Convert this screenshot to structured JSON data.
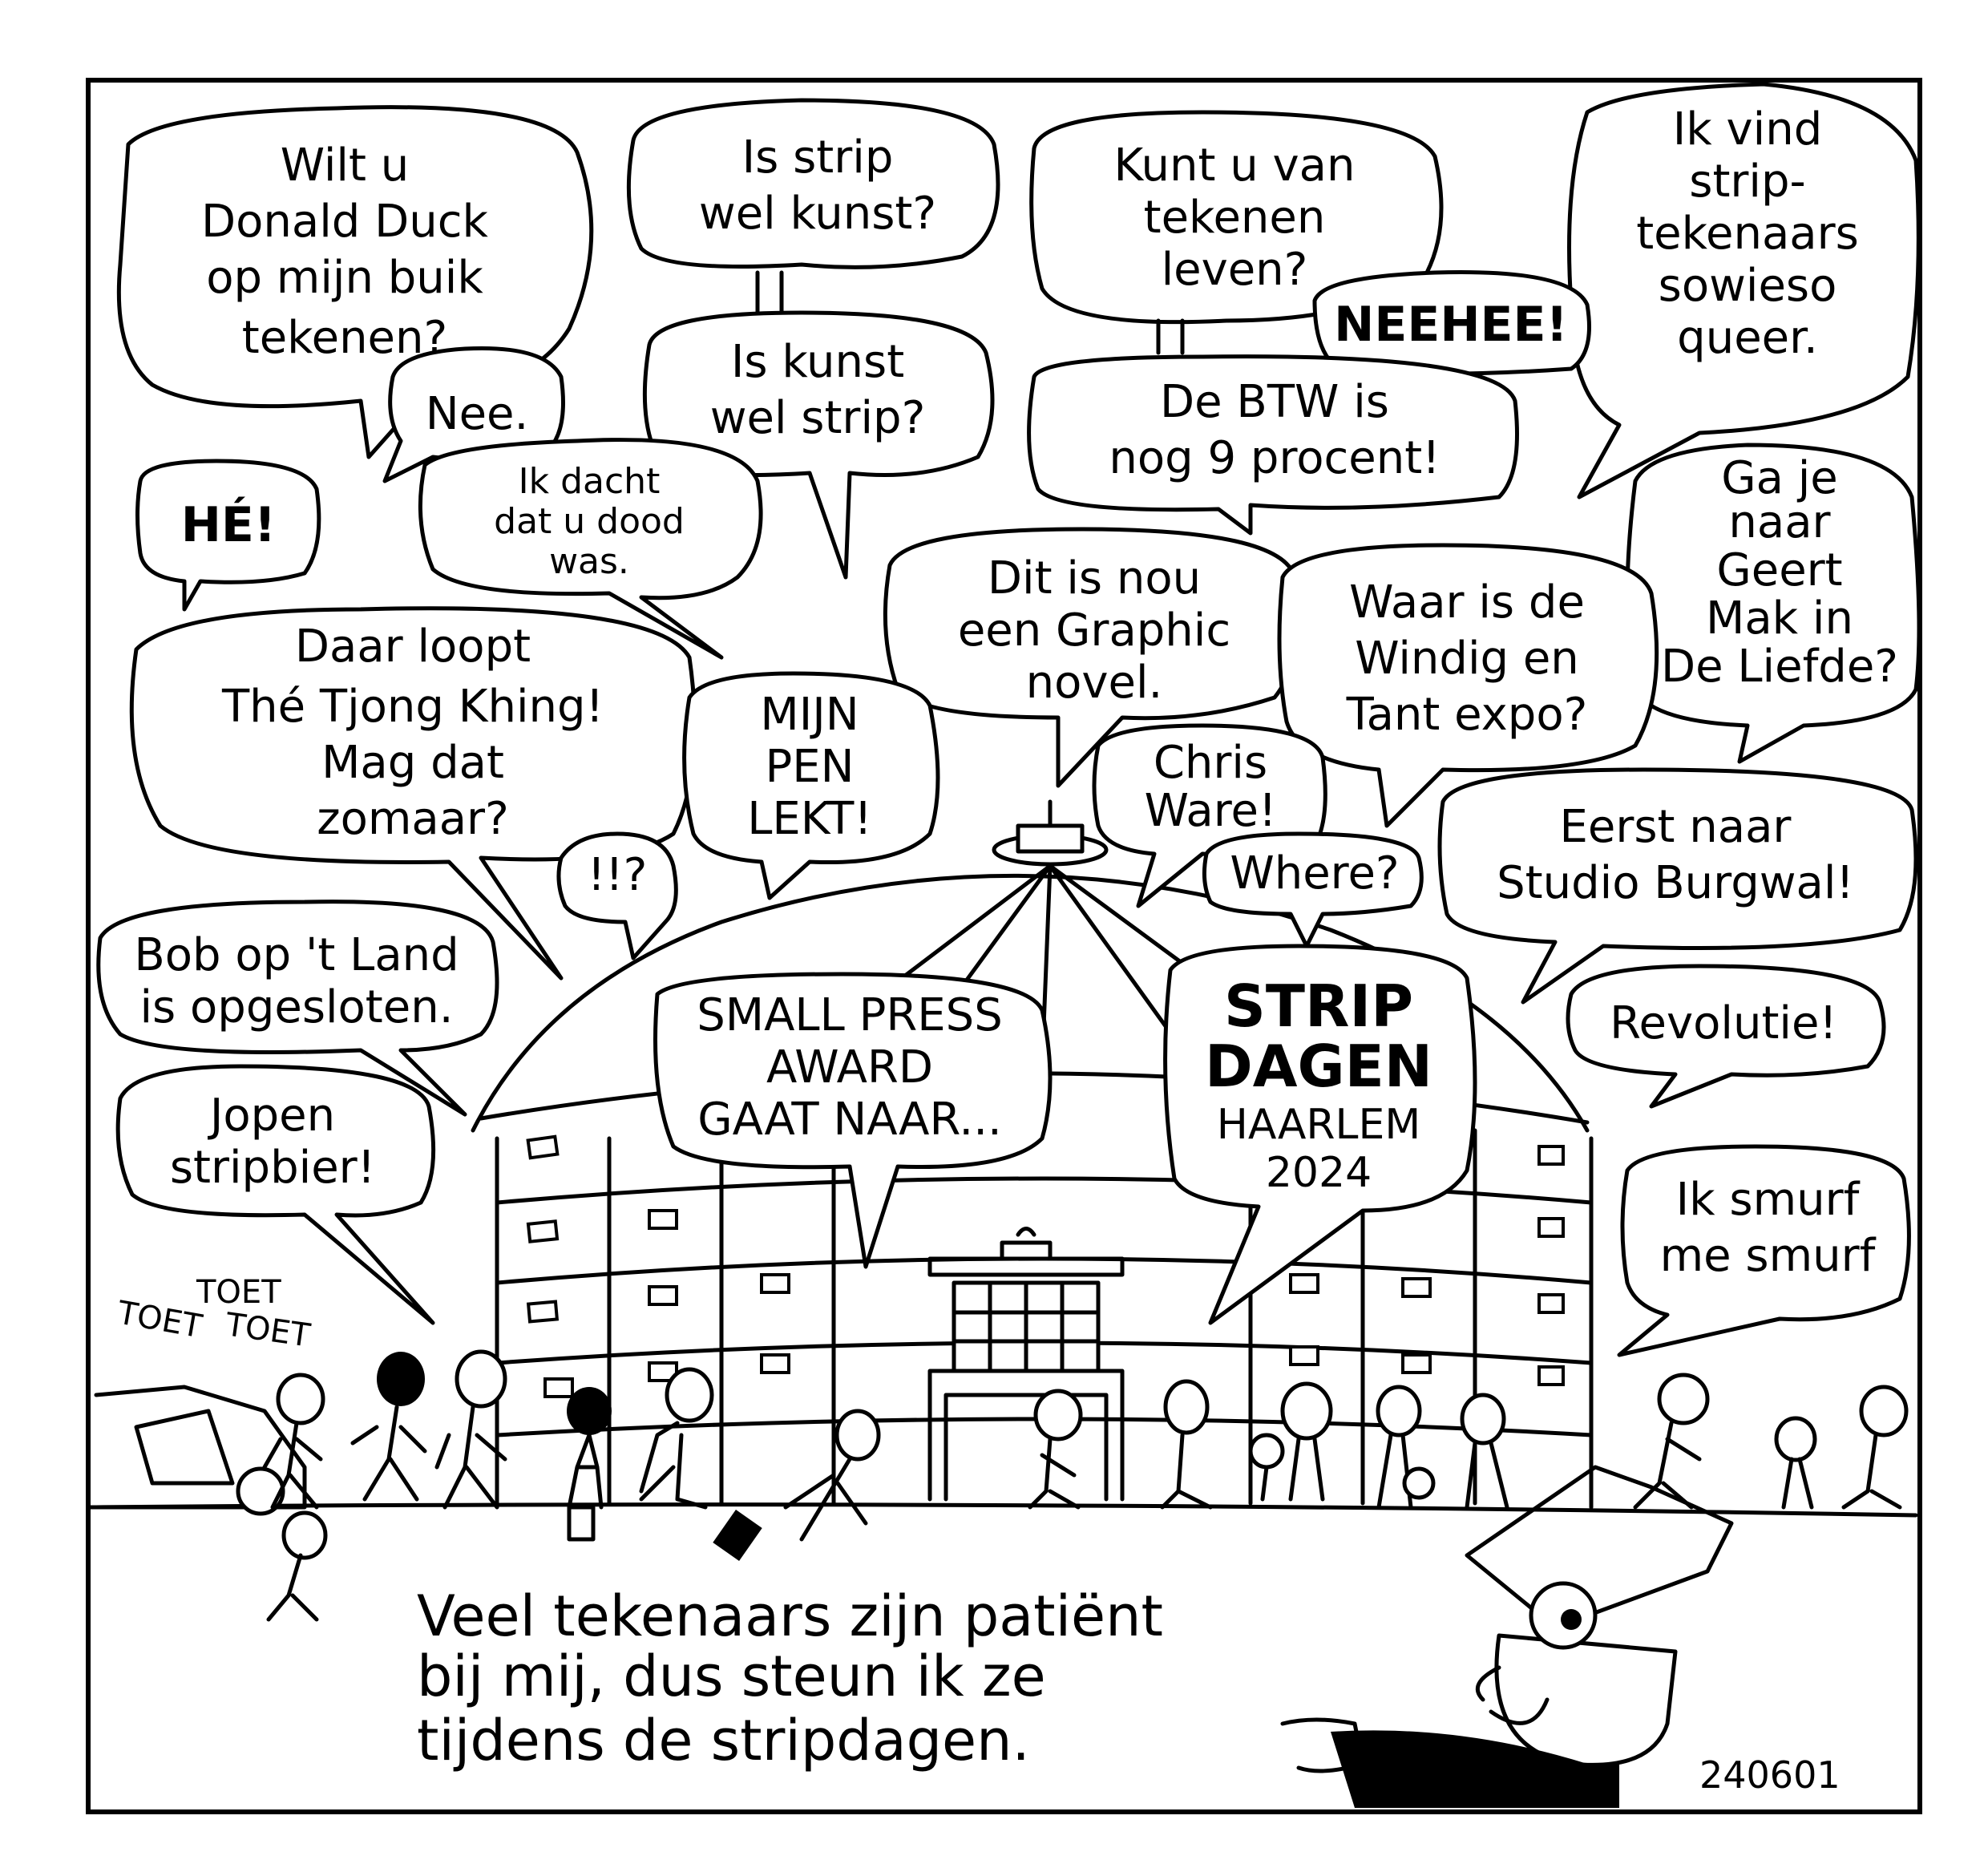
{
  "balloons": {
    "donald_duck": [
      "Wilt u",
      "Donald Duck",
      "op mijn buik",
      "tekenen?"
    ],
    "strip_kunst": [
      "Is strip",
      "wel kunst?"
    ],
    "kunt_u": [
      "Kunt u van",
      "tekenen",
      "leven?"
    ],
    "ik_vind": [
      "Ik vind",
      "strip-",
      "tekenaars",
      "sowieso",
      "queer."
    ],
    "nee": "Nee.",
    "kunst_strip": [
      "Is kunst",
      "wel strip?"
    ],
    "neehee": "NEEHEE!",
    "btw": [
      "De BTW is",
      "nog 9 procent!"
    ],
    "he": "HÉ!",
    "dood": [
      "Ik dacht",
      "dat u dood",
      "was."
    ],
    "geert_mak": [
      "Ga je",
      "naar",
      "Geert",
      "Mak in",
      "De Liefde?"
    ],
    "graphic_novel": [
      "Dit is nou",
      "een Graphic",
      "novel."
    ],
    "windig": [
      "Waar is de",
      "Windig en",
      "Tant expo?"
    ],
    "the_tjong": [
      "Daar loopt",
      "Thé Tjong Khing!",
      "Mag dat",
      "zomaar?"
    ],
    "pen": [
      "MIJN",
      "PEN",
      "LEKT!"
    ],
    "chris_ware": [
      "Chris",
      "Ware!"
    ],
    "where": "Where?",
    "studio_burgwal": [
      "Eerst naar",
      "Studio Burgwal!"
    ],
    "exclaim": "!!?",
    "bob_op_t_land": [
      "Bob op 't Land",
      "is opgesloten."
    ],
    "small_press": [
      "SMALL PRESS",
      "AWARD",
      "GAAT NAAR..."
    ],
    "stripdagen": [
      "STRIP",
      "DAGEN",
      "HAARLEM",
      "2024"
    ],
    "revolutie": "Revolutie!",
    "jopen": [
      "Jopen",
      "stripbier!"
    ],
    "smurf": [
      "Ik smurf",
      "me smurf"
    ]
  },
  "sound_effect": [
    "TOET",
    "TOET",
    "TOET"
  ],
  "caption": [
    "Veel tekenaars zijn patiënt",
    "bij mij, dus steun ik ze",
    "tijdens de stripdagen."
  ],
  "signature": "240601"
}
